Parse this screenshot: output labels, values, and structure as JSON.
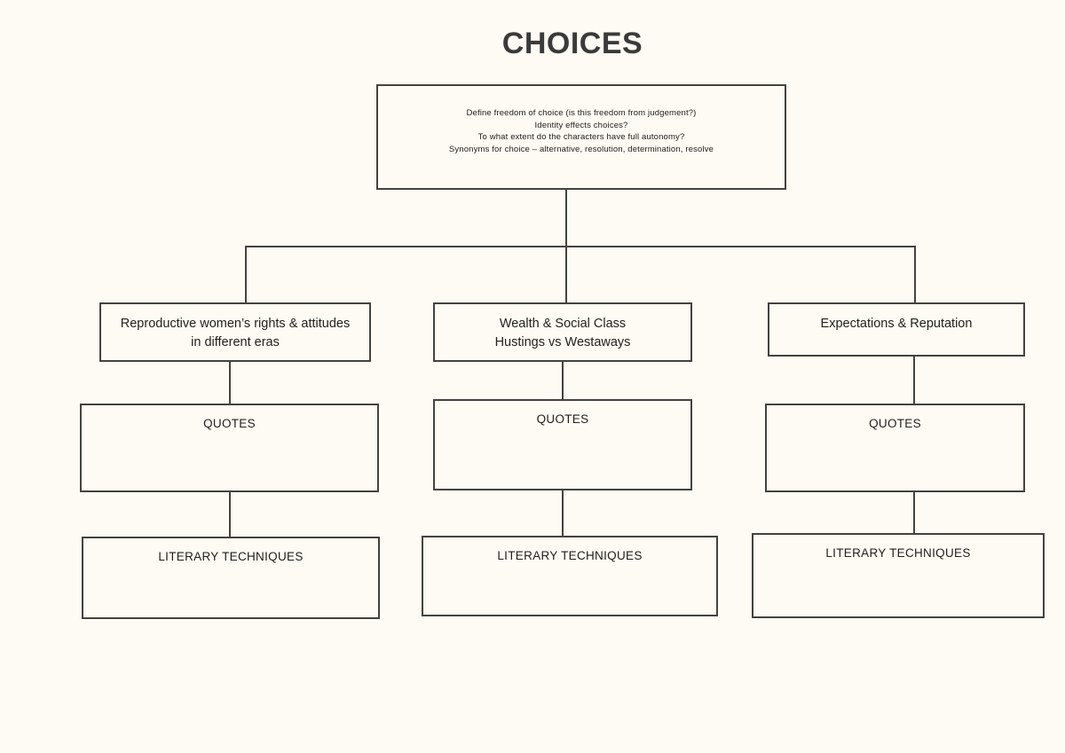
{
  "diagram": {
    "title": "CHOICES",
    "root": {
      "lines": "Define freedom of choice (is this freedom from judgement?)\nIdentity effects choices?\nTo what extent do the characters have full autonomy?\nSynonyms for choice – alternative, resolution, determination, resolve"
    },
    "columns": [
      {
        "branch": "Reproductive women’s rights & attitudes\nin different eras",
        "quotes": "QUOTES",
        "techniques": "LITERARY TECHNIQUES"
      },
      {
        "branch": "Wealth & Social Class\nHustings vs Westaways",
        "quotes": "QUOTES",
        "techniques": "LITERARY TECHNIQUES"
      },
      {
        "branch": "Expectations & Reputation",
        "quotes": "QUOTES",
        "techniques": "LITERARY TECHNIQUES"
      }
    ],
    "colors": {
      "background": "#fefaf4",
      "border": "#43433f",
      "title_text": "#3a3a3a",
      "body_text": "#22211f"
    }
  }
}
